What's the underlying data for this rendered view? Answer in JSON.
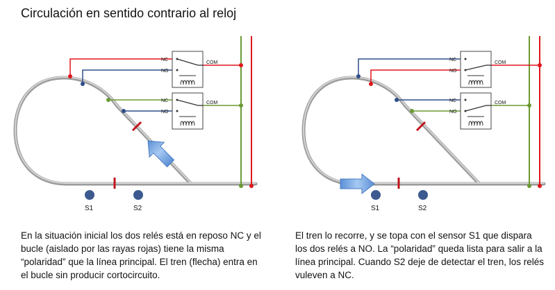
{
  "title": "Circulación en sentido contrario al reloj",
  "relay_labels": {
    "nc": "NC",
    "no": "NO",
    "com": "COM"
  },
  "sensor_labels": {
    "s1": "S1",
    "s2": "S2"
  },
  "captions": {
    "left": "En la situación inicial los dos relés está en reposo NC y el bucle (aislado por las rayas rojas) tiene la misma “polaridad” que la línea principal. El tren (flecha) entra en el bucle sin producir cortocircuito.",
    "right": "El tren lo recorre, y se topa con el sensor S1 que dispara los dos relés a NO. La “polaridad” queda lista para salir a la línea principal. Cuando S2 deje de detectar el tren, los relés vuleven a NC."
  },
  "colors": {
    "track": "#b9b9b9",
    "red_wire": "#e0151b",
    "green_wire": "#6b9a32",
    "blue_wire": "#2f4e8a",
    "sensor": "#3c5a8f",
    "gap": "#c0141b",
    "arrow": "#7fb0e8"
  },
  "icons": {
    "train": "train-arrow-icon",
    "coil": "relay-coil-icon"
  }
}
